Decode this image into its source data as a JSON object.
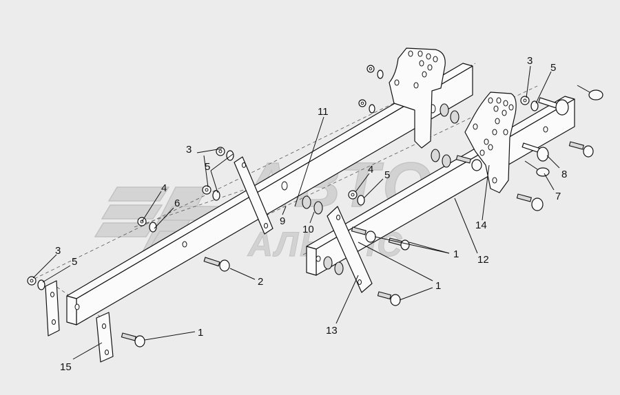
{
  "watermark": {
    "line1": "АВТО",
    "line2": "АЛЬЯНС"
  },
  "callouts": [
    {
      "id": "c1a",
      "label": "1"
    },
    {
      "id": "c1b",
      "label": "1"
    },
    {
      "id": "c1c",
      "label": "1"
    },
    {
      "id": "c2",
      "label": "2"
    },
    {
      "id": "c3a",
      "label": "3"
    },
    {
      "id": "c3b",
      "label": "3"
    },
    {
      "id": "c3c",
      "label": "3"
    },
    {
      "id": "c4a",
      "label": "4"
    },
    {
      "id": "c4b",
      "label": "4"
    },
    {
      "id": "c5a",
      "label": "5"
    },
    {
      "id": "c5b",
      "label": "5"
    },
    {
      "id": "c5c",
      "label": "5"
    },
    {
      "id": "c5d",
      "label": "5"
    },
    {
      "id": "c6",
      "label": "6"
    },
    {
      "id": "c7",
      "label": "7"
    },
    {
      "id": "c8",
      "label": "8"
    },
    {
      "id": "c9",
      "label": "9"
    },
    {
      "id": "c10",
      "label": "10"
    },
    {
      "id": "c11",
      "label": "11"
    },
    {
      "id": "c12",
      "label": "12"
    },
    {
      "id": "c13",
      "label": "13"
    },
    {
      "id": "c14",
      "label": "14"
    },
    {
      "id": "c15",
      "label": "15"
    }
  ]
}
